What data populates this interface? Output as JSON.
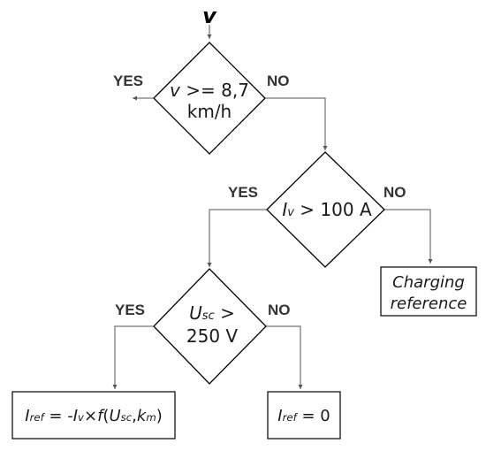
{
  "input_var": "v",
  "decisions": [
    {
      "id": "speed",
      "lines": [
        [
          {
            "t": "v",
            "it": true
          },
          {
            "t": " >= 8,7"
          }
        ],
        [
          {
            "t": "km/h"
          }
        ]
      ],
      "yes": "YES",
      "no": "NO"
    },
    {
      "id": "current",
      "lines": [
        [
          {
            "t": "I",
            "it": true
          },
          {
            "t": "v",
            "it": true,
            "sub": true
          },
          {
            "t": " > 100 A"
          }
        ]
      ],
      "yes": "YES",
      "no": "NO"
    },
    {
      "id": "voltage",
      "lines": [
        [
          {
            "t": "U",
            "it": true
          },
          {
            "t": "sc",
            "it": true,
            "sub": true
          },
          {
            "t": " >"
          }
        ],
        [
          {
            "t": "250 V"
          }
        ]
      ],
      "yes": "YES",
      "no": "NO"
    }
  ],
  "outputs": [
    {
      "id": "charging",
      "lines": [
        [
          {
            "t": "Charging",
            "it": true
          }
        ],
        [
          {
            "t": "reference",
            "it": true
          }
        ]
      ]
    },
    {
      "id": "iref-formula",
      "lines": [
        [
          {
            "t": "I",
            "it": true
          },
          {
            "t": "ref",
            "it": true,
            "sub": true
          },
          {
            "t": " = -"
          },
          {
            "t": "I",
            "it": true
          },
          {
            "t": "v",
            "it": true,
            "sub": true
          },
          {
            "t": "×"
          },
          {
            "t": "f",
            "it": true
          },
          {
            "t": "("
          },
          {
            "t": "U",
            "it": true
          },
          {
            "t": "sc",
            "it": true,
            "sub": true
          },
          {
            "t": ","
          },
          {
            "t": "k",
            "it": true
          },
          {
            "t": "m",
            "it": true,
            "sub": true
          },
          {
            "t": ")"
          }
        ]
      ]
    },
    {
      "id": "iref-zero",
      "lines": [
        [
          {
            "t": "I",
            "it": true
          },
          {
            "t": "ref",
            "it": true,
            "sub": true
          },
          {
            "t": " = 0"
          }
        ]
      ]
    }
  ],
  "colors": {
    "line": "#555555",
    "diamond": "#000000",
    "text": "#1a1a1a"
  }
}
